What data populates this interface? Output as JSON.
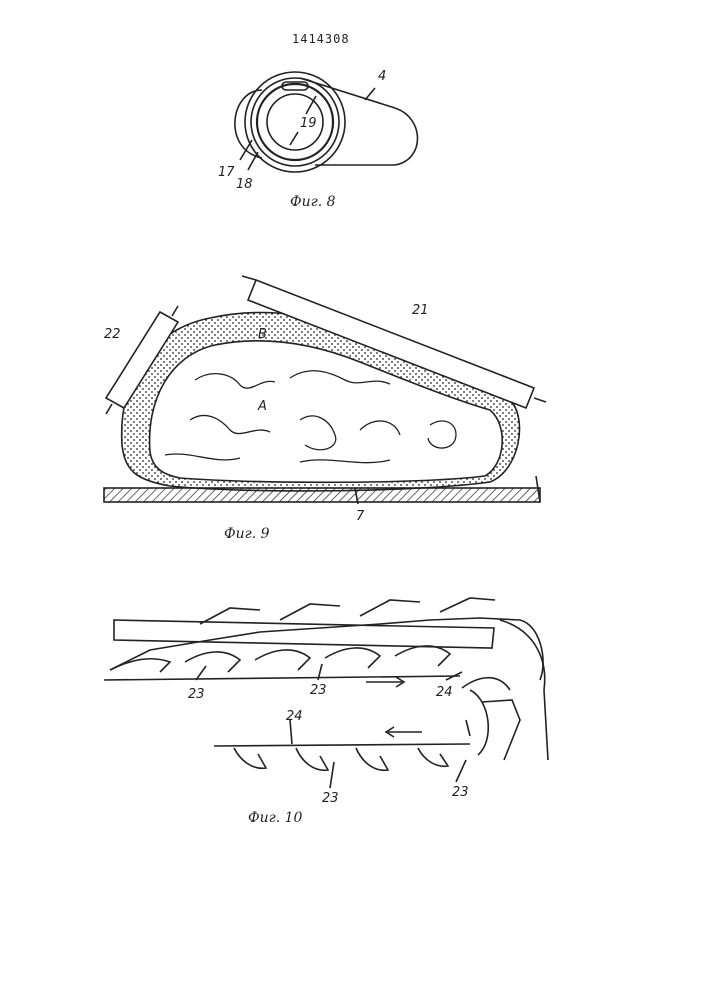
{
  "patent_number": "1414308",
  "figures": {
    "fig8": {
      "caption": "Фиг. 8",
      "labels": {
        "l4": "4",
        "l17": "17",
        "l18": "18",
        "l19": "19"
      }
    },
    "fig9": {
      "caption": "Фиг. 9",
      "labels": {
        "l21": "21",
        "l22": "22",
        "lA": "A",
        "lB": "B",
        "l7": "7"
      }
    },
    "fig10": {
      "caption": "Фиг. 10",
      "labels": {
        "l23a": "23",
        "l23b": "23",
        "l23c": "23",
        "l23d": "23",
        "l24a": "24",
        "l24b": "24"
      }
    }
  }
}
